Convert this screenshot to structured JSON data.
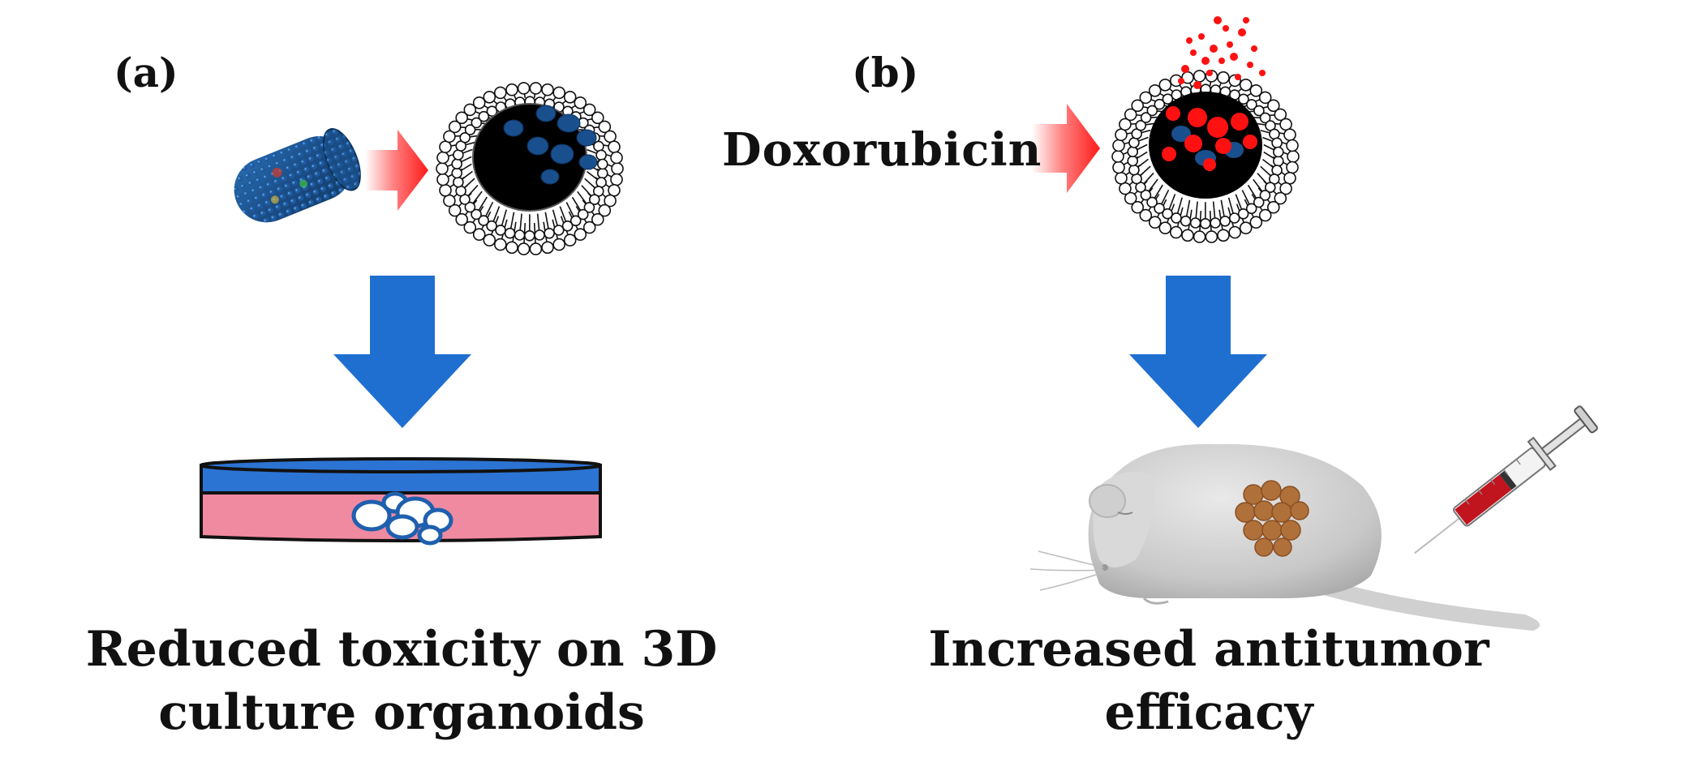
{
  "panel_a": {
    "label": "(a)",
    "caption_line1": "Reduced toxicity on 3D",
    "caption_line2": "culture organoids"
  },
  "panel_b": {
    "label": "(b)",
    "drug_label": "Doxorubicin",
    "caption_line1": "Increased antitumor",
    "caption_line2": "efficacy"
  },
  "colors": {
    "transition_arrow": "#ff1a1a",
    "down_arrow": "#1f6fd1",
    "dish_top": "#2c74d3",
    "dish_bottom": "#f08aa0",
    "drug_particles": "#ff1111",
    "tumor": "#b0703a",
    "syringe_liquid": "#c0141e"
  }
}
